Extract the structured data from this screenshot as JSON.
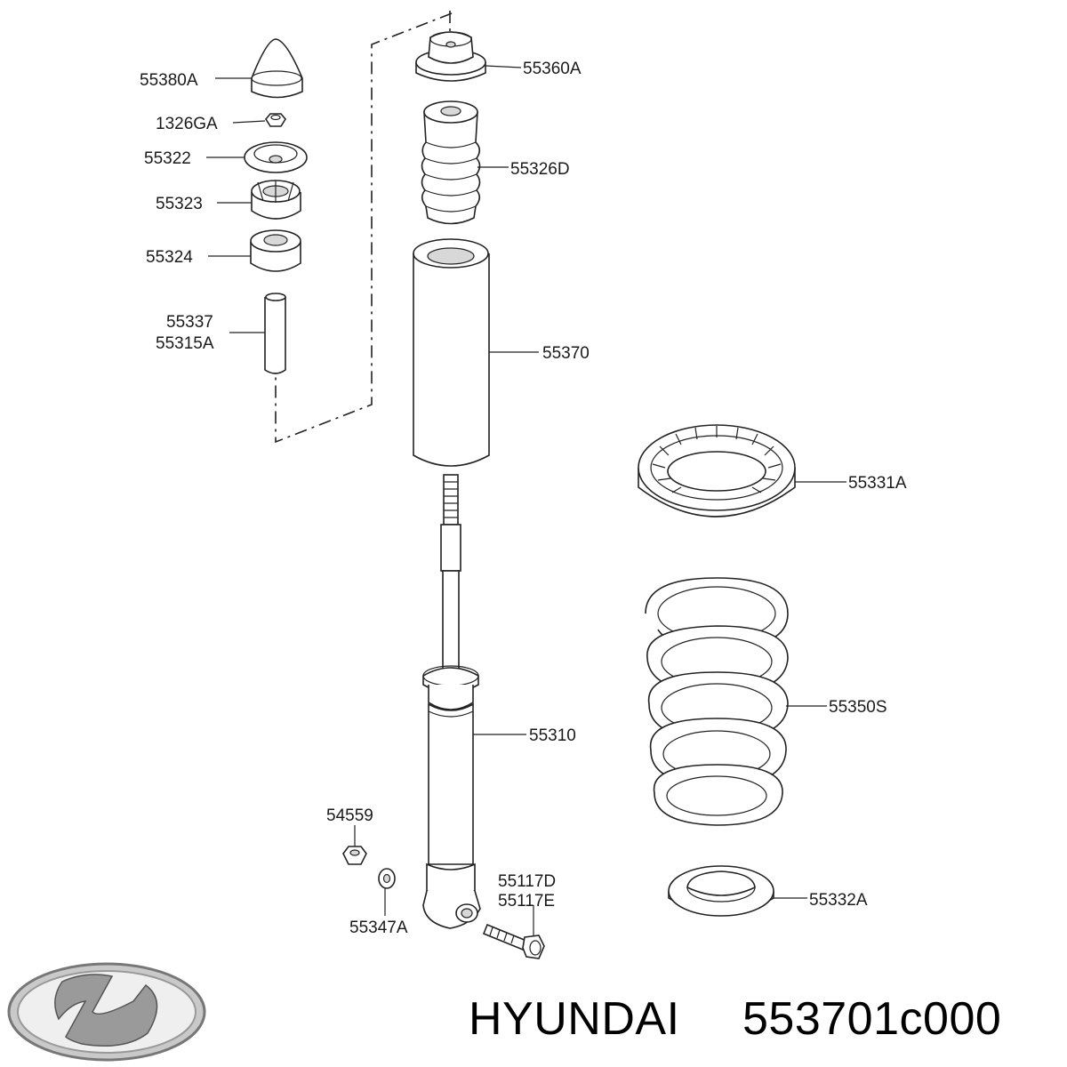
{
  "caption": {
    "brand": "HYUNDAI",
    "part_number": "553701c000"
  },
  "logo": {
    "icon": "hyundai-logo-icon"
  },
  "labels": {
    "p55380A": "55380A",
    "p1326GA": "1326GA",
    "p55322": "55322",
    "p55323": "55323",
    "p55324": "55324",
    "p55337": "55337",
    "p55315A": "55315A",
    "p55360A": "55360A",
    "p55326D": "55326D",
    "p55370": "55370",
    "p55331A": "55331A",
    "p55350S": "55350S",
    "p55310": "55310",
    "p54559": "54559",
    "p55347A": "55347A",
    "p55117D": "55117D",
    "p55117E": "55117E",
    "p55332A": "55332A"
  }
}
